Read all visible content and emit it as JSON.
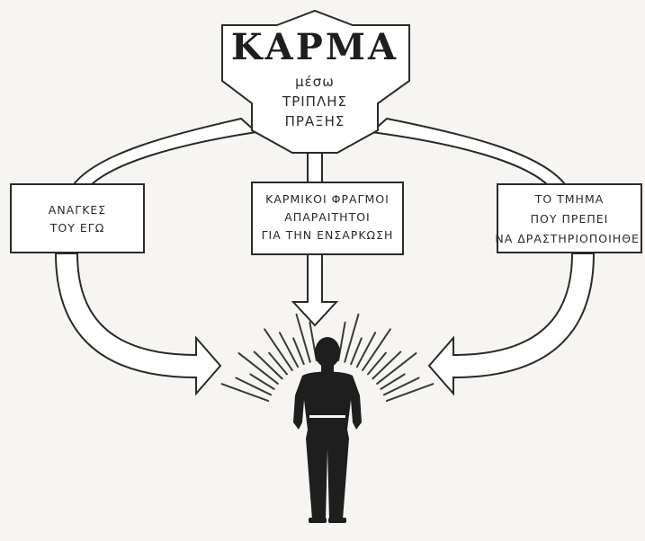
{
  "diagram": {
    "title": "ΚΑΡΜΑ",
    "subtitle_line1": "μέσω",
    "subtitle_line2": "ΤΡΙΠΛΗΣ",
    "subtitle_line3": "ΠΡΑΞΗΣ",
    "boxes": [
      {
        "id": "left",
        "lines": [
          "ΑΝΑΓΚΕΣ",
          "ΤΟΥ ΕΓΩ"
        ]
      },
      {
        "id": "center",
        "lines": [
          "ΚΑΡΜΙΚΟΙ ΦΡΑΓΜΟΙ",
          "ΑΠΑΡΑΙΤΗΤΟΙ",
          "ΓΙΑ ΤΗΝ ΕΝΣΑΡΚΩΣΗ"
        ]
      },
      {
        "id": "right",
        "lines": [
          "ΤΟ ΤΜΗΜΑ",
          "ΠΟΥ ΠΡΕΠΕΙ",
          "ΝΑ ΔΡΑΣΤΗΡΙΟΠΟΙΗΘΕΙ"
        ]
      }
    ],
    "colors": {
      "ink": "#2a2a2a",
      "paper": "#f6f5f2",
      "figure": "#1e1e1e"
    }
  }
}
